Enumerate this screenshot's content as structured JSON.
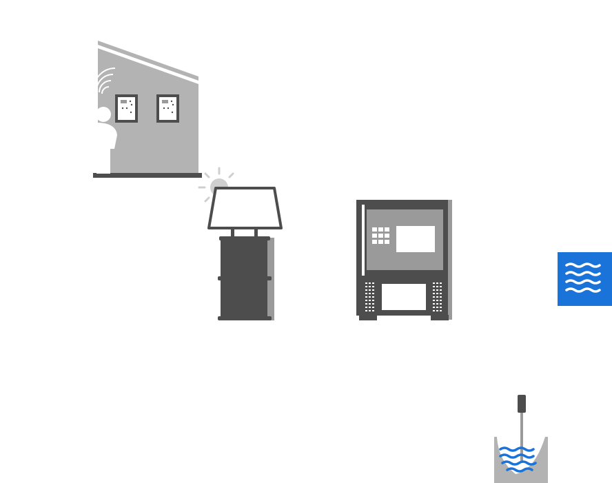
{
  "diagram": {
    "type": "system-overview-illustration",
    "components": [
      {
        "id": "building",
        "icon": "building-with-wireless-controllers-icon"
      },
      {
        "id": "controller-left",
        "icon": "wall-controller-icon"
      },
      {
        "id": "controller-right",
        "icon": "wall-controller-icon"
      },
      {
        "id": "person",
        "icon": "person-silhouette-icon"
      },
      {
        "id": "wireless",
        "icon": "wifi-signal-icon"
      },
      {
        "id": "solar-unit",
        "icon": "solar-powered-enclosure-icon"
      },
      {
        "id": "sun",
        "icon": "sun-icon"
      },
      {
        "id": "control-cabinet",
        "icon": "control-cabinet-icon"
      },
      {
        "id": "water-badge",
        "icon": "water-waves-icon"
      },
      {
        "id": "water-sensor",
        "icon": "submerged-level-probe-icon"
      }
    ],
    "colors": {
      "light_gray": "#b3b3b3",
      "mid_gray": "#9a9a9a",
      "dark_gray": "#4d4d4d",
      "water_blue": "#1a73d9",
      "badge_blue": "#1a73d9",
      "white": "#ffffff"
    }
  }
}
